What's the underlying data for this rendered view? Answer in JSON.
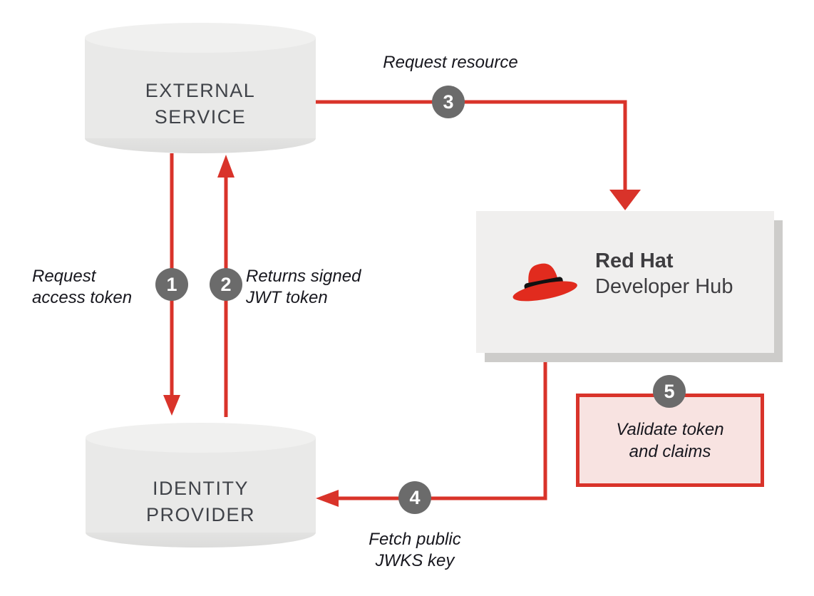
{
  "nodes": {
    "external_service": {
      "line1": "EXTERNAL",
      "line2": "SERVICE"
    },
    "identity_provider": {
      "line1": "IDENTITY",
      "line2": "PROVIDER"
    },
    "developer_hub": {
      "brand": "Red Hat",
      "product": "Developer Hub",
      "logo": "red-hat-fedora"
    },
    "validate_box": {
      "line1": "Validate token",
      "line2": "and claims"
    }
  },
  "steps": {
    "s1": {
      "num": "1",
      "label_line1": "Request",
      "label_line2": "access token"
    },
    "s2": {
      "num": "2",
      "label_line1": "Returns signed",
      "label_line2": "JWT token"
    },
    "s3": {
      "num": "3",
      "label": "Request resource"
    },
    "s4": {
      "num": "4",
      "label_line1": "Fetch public",
      "label_line2": "JWKS key"
    },
    "s5": {
      "num": "5"
    }
  },
  "colors": {
    "arrow_red": "#d9332a",
    "hat_red": "#e12b1e",
    "hat_band_black": "#111111",
    "circle_gray": "#6b6b6b",
    "cylinder_gray": "#e9e9e8",
    "hub_box_gray": "#f0efee",
    "hub_shadow_gray": "#cdccca",
    "validate_pink": "#f8e3e1",
    "label_dark": "#17171e",
    "node_text_gray": "#404349",
    "background": "#ffffff"
  }
}
